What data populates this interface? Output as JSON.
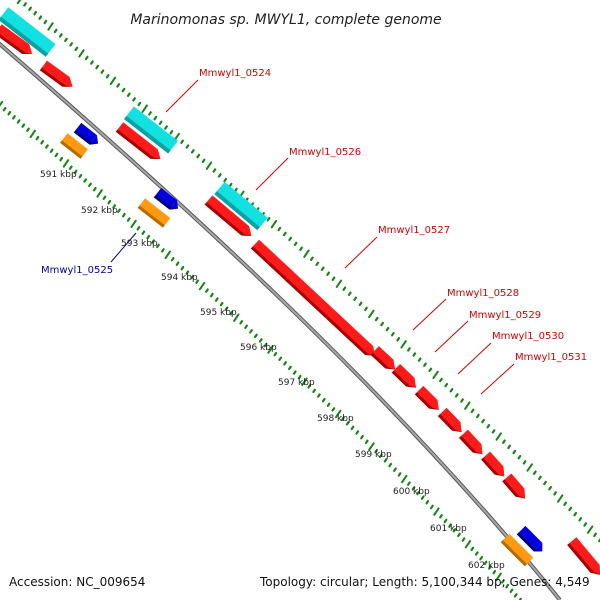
{
  "title": "Marinomonas sp. MWYL1, complete genome",
  "accession": "Accession: NC_009654",
  "topology": "Topology: circular; Length: 5,100,344 bp; Genes: 4,549",
  "colors": {
    "forward_cds": "#ff0000",
    "forward_cds_dark": "#a80000",
    "reverse_cds": "#0000dd",
    "reverse_cds_dark": "#00007a",
    "orange_feature": "#ff9a10",
    "cyan_feature": "#12e1e1",
    "backbone": "#8f8f8f",
    "tick_mark": "#118811",
    "forward_label": "#dd0000",
    "reverse_label": "#0000aa"
  },
  "kbp_labels": [
    "591 kbp",
    "592 kbp",
    "593 kbp",
    "594 kbp",
    "595 kbp",
    "596 kbp",
    "597 kbp",
    "598 kbp",
    "599 kbp",
    "600 kbp",
    "601 kbp",
    "602 kbp"
  ],
  "gene_labels": [
    {
      "text": "Mmwyl1_0524",
      "strand": "forward"
    },
    {
      "text": "Mmwyl1_0525",
      "strand": "reverse"
    },
    {
      "text": "Mmwyl1_0526",
      "strand": "forward"
    },
    {
      "text": "Mmwyl1_0527",
      "strand": "forward"
    },
    {
      "text": "Mmwyl1_0528",
      "strand": "forward"
    },
    {
      "text": "Mmwyl1_0529",
      "strand": "forward"
    },
    {
      "text": "Mmwyl1_0530",
      "strand": "forward"
    },
    {
      "text": "Mmwyl1_0531",
      "strand": "forward"
    }
  ]
}
